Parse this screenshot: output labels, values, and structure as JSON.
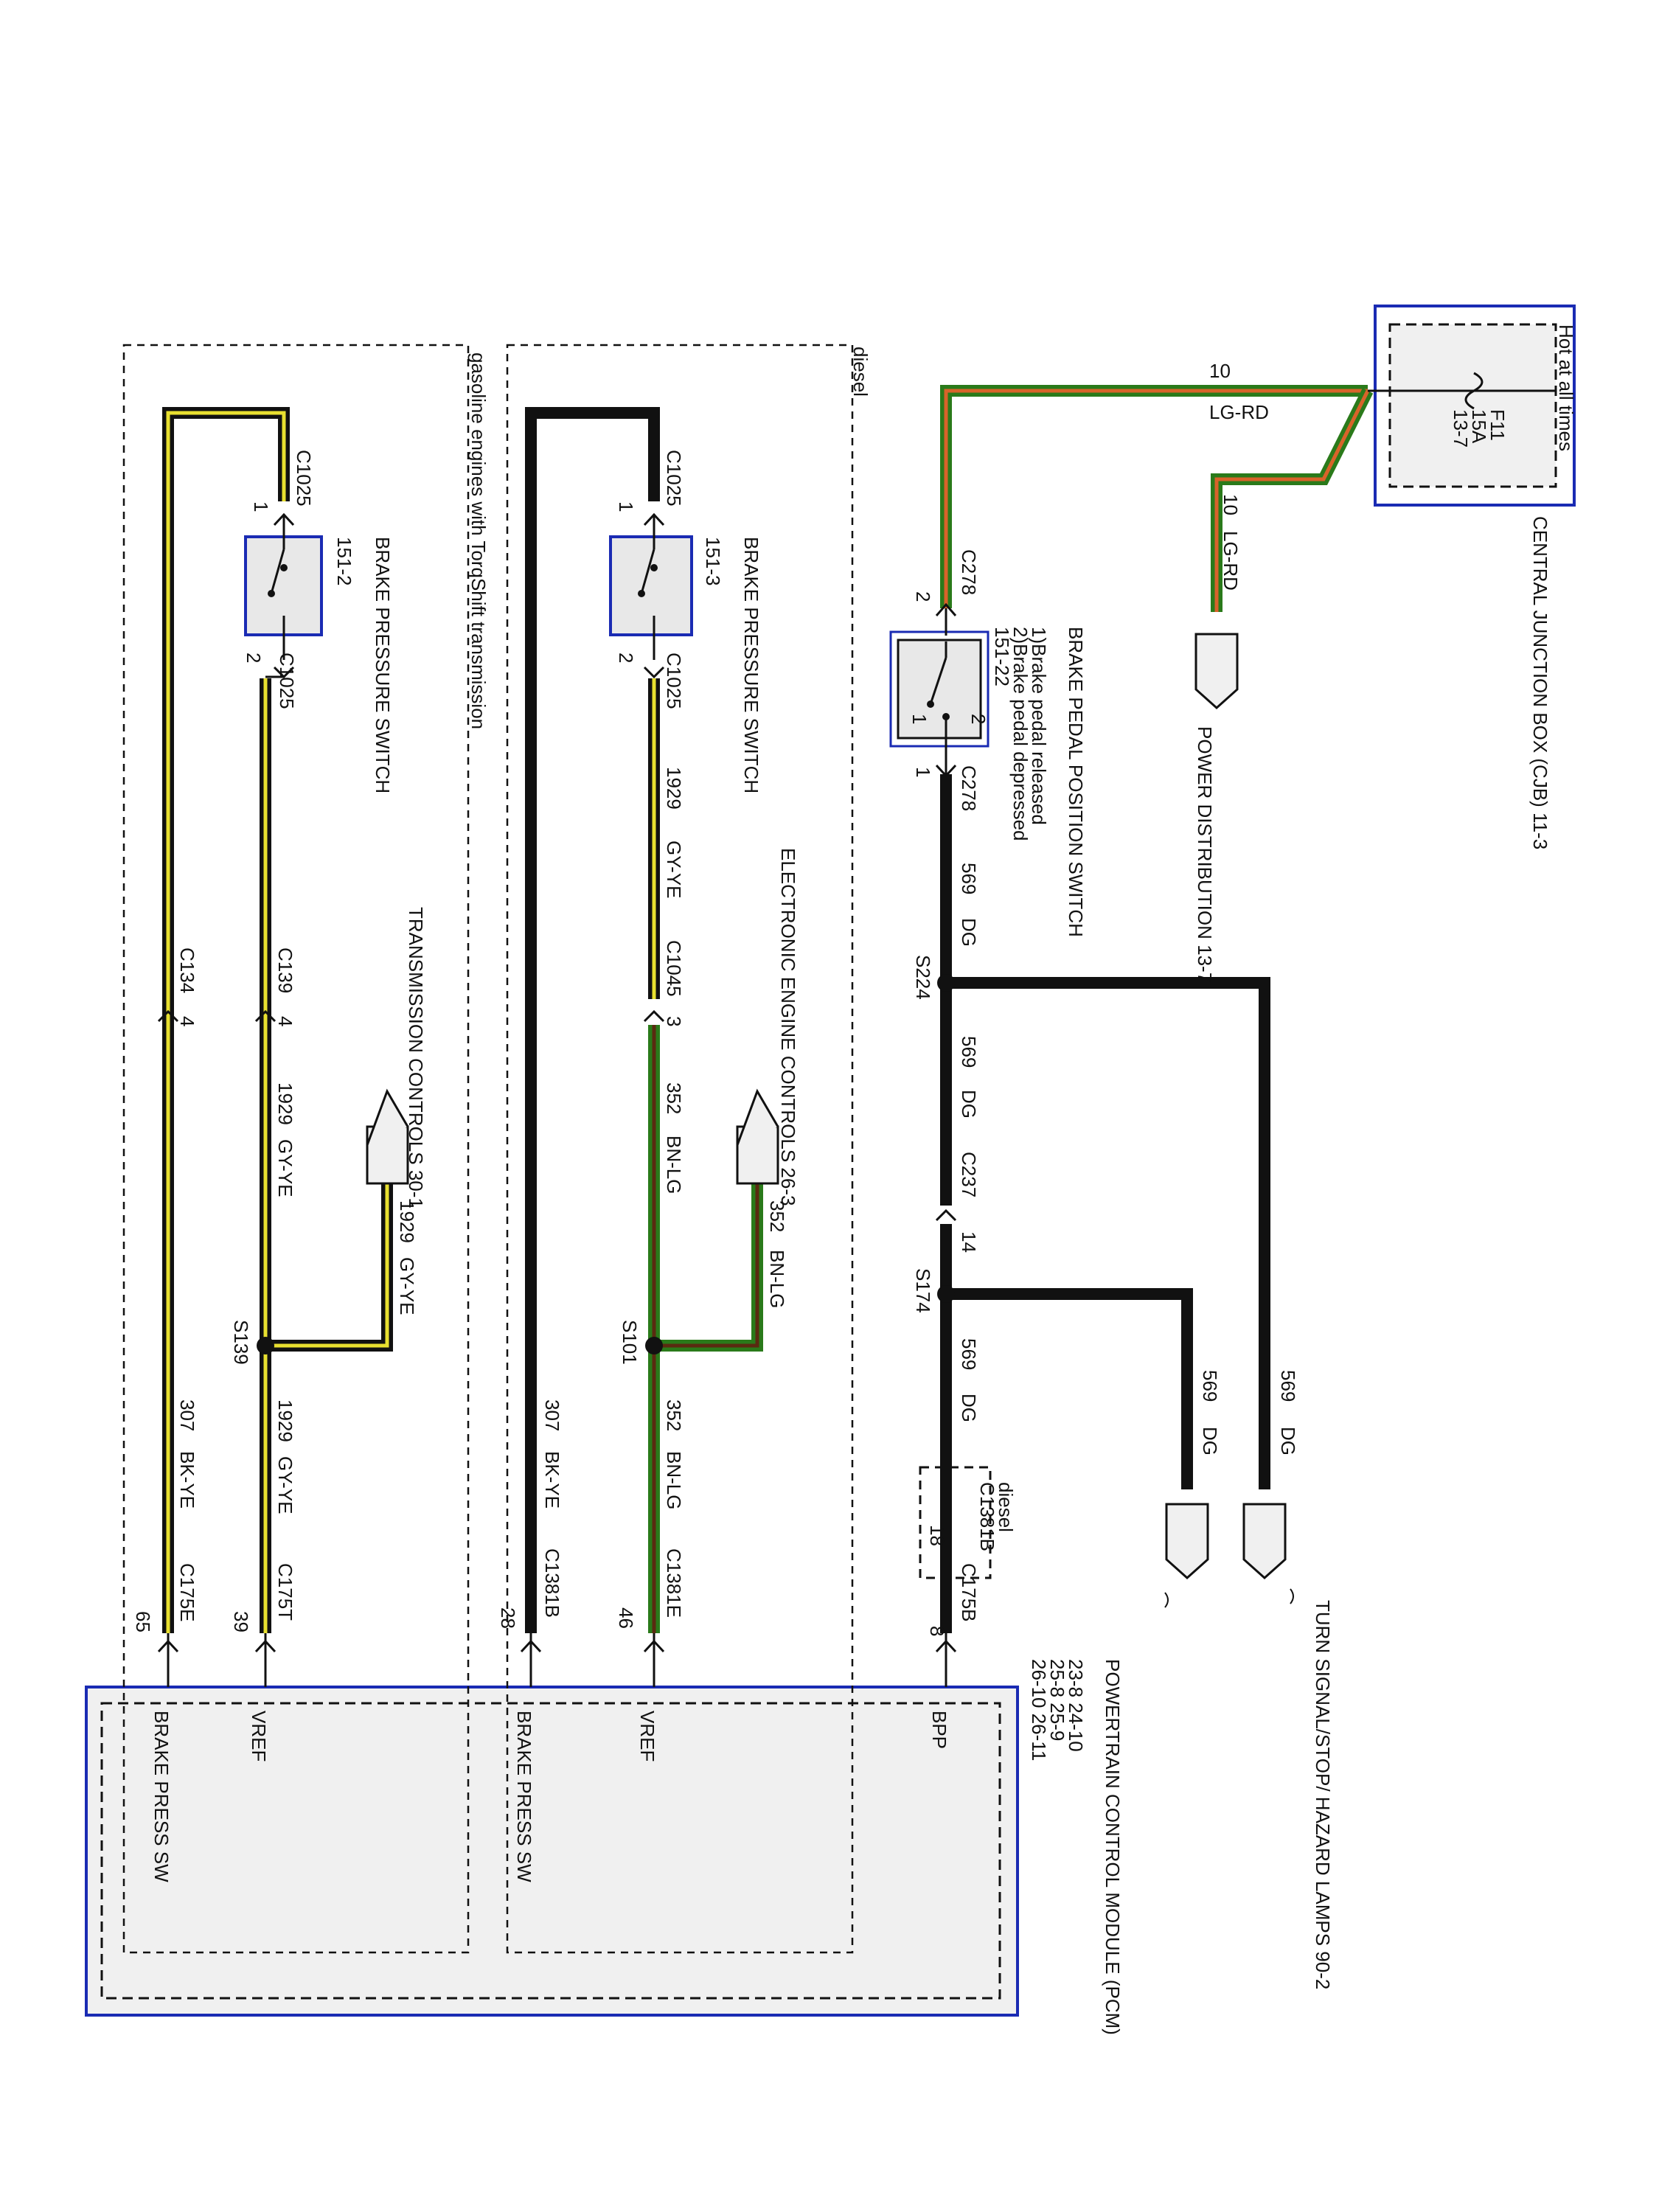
{
  "header": {
    "hot_label": "Hot at all times",
    "diesel_label": "diesel",
    "gasoline_label": "gasoline engines with TorqShift transmission"
  },
  "cjb": {
    "name": "CENTRAL JUNCTION BOX (CJB) 11-3",
    "fuse": "F11",
    "amps": "15A",
    "ref": "13-7"
  },
  "wires": {
    "lgrd_circuit": "10",
    "lgrd_color": "LG-RD",
    "dg_circuit": "569",
    "dg_color": "DG",
    "gyye_circuit": "1929",
    "gyye_color": "GY-YE",
    "bnlg_circuit": "352",
    "bnlg_color": "BN-LG",
    "bkye_circuit": "307",
    "bkye_color": "BK-YE"
  },
  "power_dist": {
    "name": "POWER DISTRIBUTION 13-7"
  },
  "bpp_switch": {
    "title": "BRAKE PEDAL POSITION SWITCH",
    "note1": "1)Brake pedal released",
    "note2": "2)Brake pedal depressed",
    "ref": "151-22",
    "pos1": "1",
    "pos2": "2"
  },
  "connectors": {
    "c278": "C278",
    "pin_c278_top": "2",
    "pin_c278_bottom": "1",
    "s224": "S224",
    "c237": "C237",
    "pin_c237": "14",
    "s174": "S174",
    "c1381b": "C1381B",
    "pin_c1381b_18": "18",
    "c175b": "C175B",
    "pin_c175b": "8",
    "c1025": "C1025",
    "pin1": "1",
    "pin2": "2",
    "c1045": "C1045",
    "pin_c1045": "3",
    "s101": "S101",
    "c1381e": "C1381E",
    "pin_c1381e": "46",
    "pin_c1381b_28": "28",
    "c139": "C139",
    "pin_c139": "4",
    "c134": "C134",
    "pin_c134": "4",
    "s139": "S139",
    "c175t": "C175T",
    "pin_c175t": "39",
    "c175e": "C175E",
    "pin_c175e": "65"
  },
  "turn_signal": {
    "name": "TURN SIGNAL/STOP/ HAZARD LAMPS 90-2"
  },
  "brake_pressure_switch_diesel": {
    "title": "BRAKE PRESSURE SWITCH",
    "ref": "151-3"
  },
  "brake_pressure_switch_gas": {
    "title": "BRAKE PRESSURE SWITCH",
    "ref": "151-2"
  },
  "eec": {
    "name": "ELECTRONIC ENGINE CONTROLS 26-3"
  },
  "trans": {
    "name": "TRANSMISSION CONTROLS 30-1"
  },
  "pcm": {
    "title": "POWERTRAIN CONTROL MODULE (PCM)",
    "refs1": "23-8      24-10",
    "refs2": "25-8      25-9",
    "refs3": "26-10     26-11",
    "bpp": "BPP",
    "vref": "VREF",
    "brake_press_sw": "BRAKE PRESS SW"
  }
}
